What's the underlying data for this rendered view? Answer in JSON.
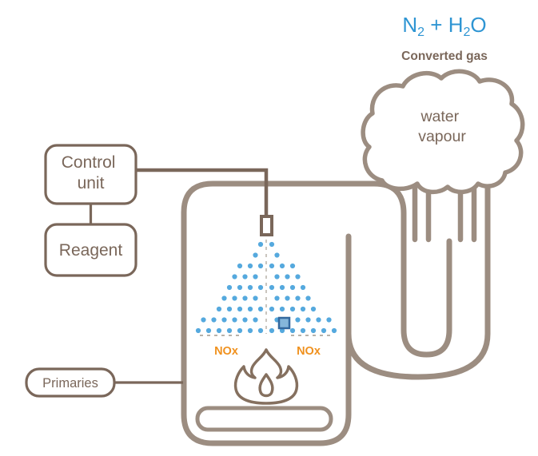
{
  "colors": {
    "outline": "#9c8d81",
    "dark_brown": "#7a675a",
    "flame_brown": "#85705f",
    "blue": "#2e95d3",
    "dot_blue": "#55a9de",
    "orange": "#f0911e",
    "square_fill": "#85b6da",
    "square_stroke": "#33689e",
    "dash_gray": "#b9b2a9"
  },
  "header": {
    "formula": {
      "p1": "N",
      "s1": "2",
      "p2": " + H",
      "s2": "2",
      "p3": "O"
    },
    "subtitle": "Converted gas"
  },
  "cloud": {
    "line1": "water",
    "line2": "vapour"
  },
  "boxes": {
    "control_line1": "Control",
    "control_line2": "unit",
    "reagent": "Reagent",
    "primaries": "Primaries"
  },
  "labels": {
    "nox_left": "NOx",
    "nox_right": "NOx"
  }
}
